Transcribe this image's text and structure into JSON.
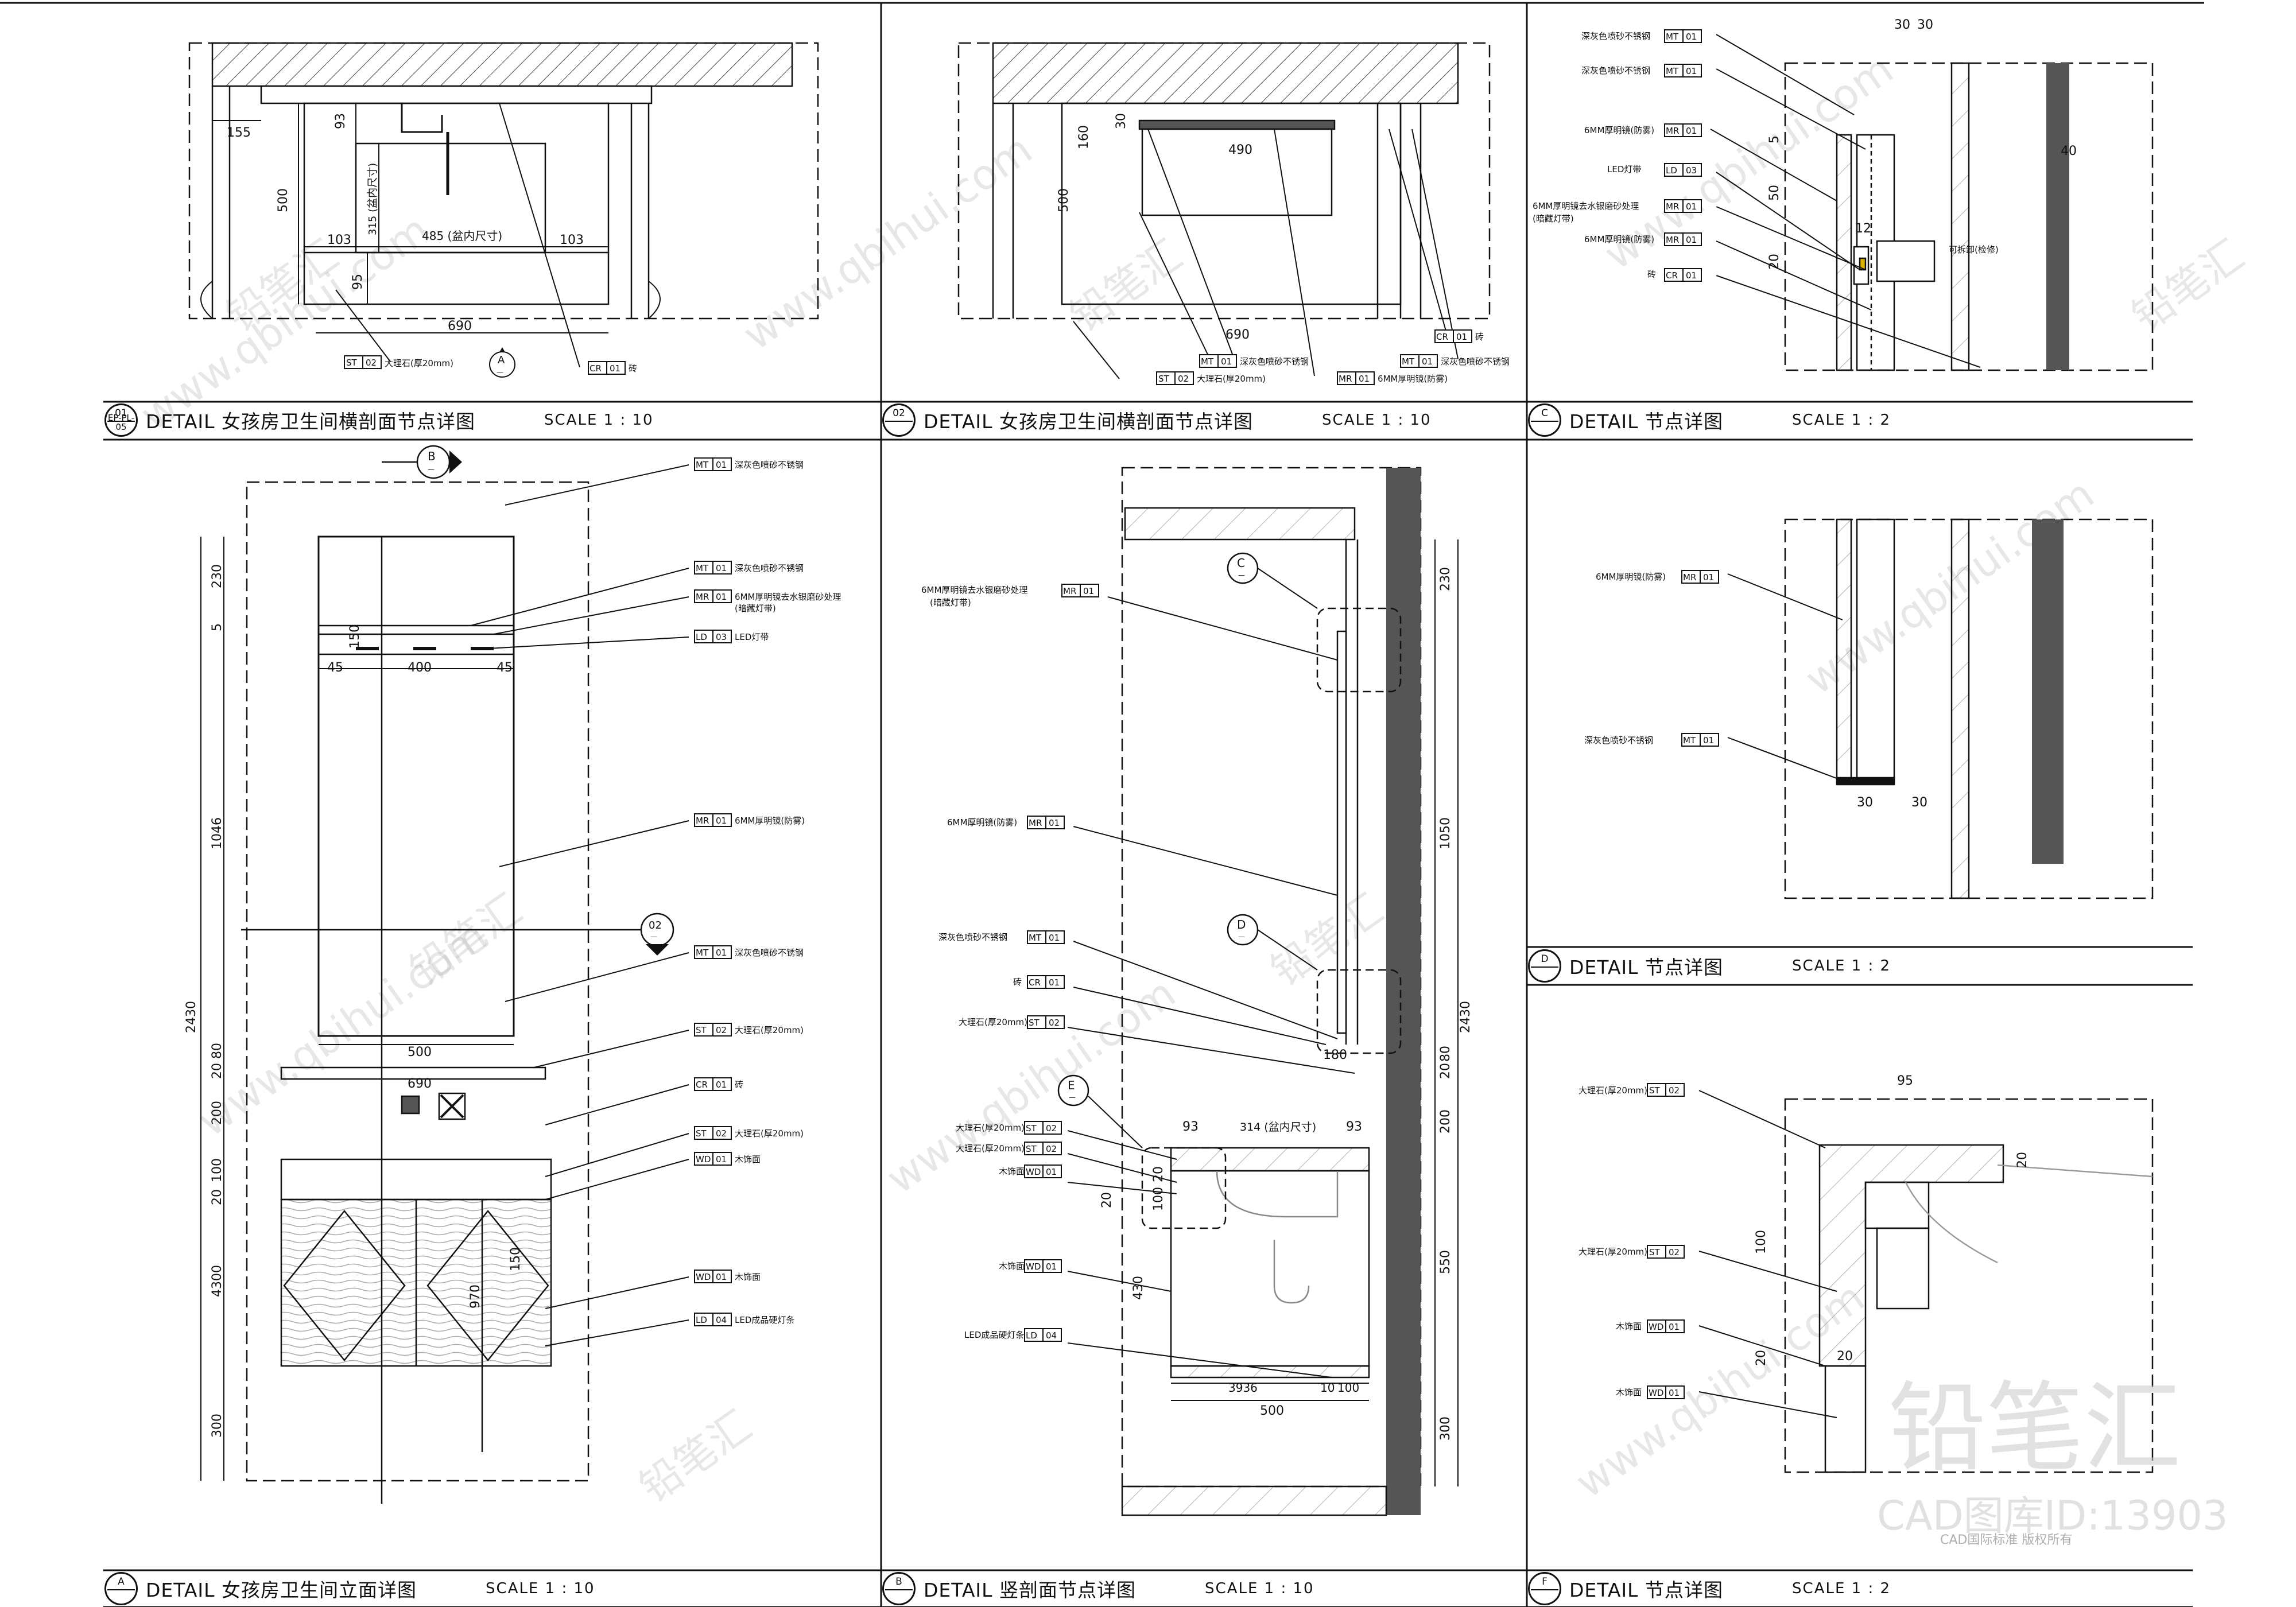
{
  "panels": [
    {
      "id": "01",
      "sheet": "EP-PL-05",
      "title": "DETAIL  女孩房卫生间横剖面节点详图",
      "scale": "SCALE    1 : 10"
    },
    {
      "id": "02",
      "sheet": "",
      "title": "DETAIL  女孩房卫生间横剖面节点详图",
      "scale": "SCALE    1 : 10"
    },
    {
      "id": "C",
      "sheet": "",
      "title": "DETAIL  节点详图",
      "scale": "SCALE    1 : 2"
    },
    {
      "id": "D",
      "sheet": "",
      "title": "DETAIL  节点详图",
      "scale": "SCALE    1 : 2"
    },
    {
      "id": "A",
      "sheet": "",
      "title": "DETAIL  女孩房卫生间立面详图",
      "scale": "SCALE    1 : 10"
    },
    {
      "id": "B",
      "sheet": "",
      "title": "DETAIL  竖剖面节点详图",
      "scale": "SCALE  1 : 10"
    },
    {
      "id": "F",
      "sheet": "",
      "title": "DETAIL  节点详图",
      "scale": "SCALE    1 : 2"
    }
  ],
  "materials": {
    "MT01": "深灰色喷砂不锈钢",
    "MR01_frost": "6MM厚明镜去水银磨砂处理",
    "hidden_light": "(暗藏灯带)",
    "MR01_fog": "6MM厚明镜(防雾)",
    "LD03": "LED灯带",
    "ST02": "大理石(厚20mm)",
    "CR01": "砖",
    "WD01": "木饰面",
    "LD04": "LED成品硬灯条",
    "removable": "可拆卸(检修)"
  },
  "codes": {
    "MT": "MT",
    "MR": "MR",
    "LD": "LD",
    "ST": "ST",
    "CR": "CR",
    "WD": "WD",
    "n01": "01",
    "n02": "02",
    "n03": "03",
    "n04": "04"
  },
  "dims": {
    "d155": "155",
    "d93": "93",
    "d500": "500",
    "d315": "315 (盆内尺寸)",
    "d485": "485 (盆内尺寸)",
    "d103": "103",
    "d95": "95",
    "d690": "690",
    "d160": "160",
    "d30": "30",
    "d490": "490",
    "d40": "40",
    "d5": "5",
    "d50": "50",
    "d12": "12",
    "d20": "20",
    "d230": "230",
    "d150": "150",
    "d45": "45",
    "d400": "400",
    "d1046": "1046",
    "d2430": "2430",
    "d80": "80",
    "d200": "200",
    "d100": "100",
    "d4300": "4300",
    "d970": "970",
    "d300": "300",
    "d1050": "1050",
    "d180": "180",
    "d314": "314 (盆内尺寸)",
    "d430": "430",
    "d550": "550",
    "d3936": "3936",
    "d10": "10",
    "d1050b": "1050"
  },
  "markers": {
    "A": "A",
    "B": "B",
    "C": "C",
    "D": "D",
    "E": "E",
    "F": "F",
    "n02": "02",
    "dash": "—"
  },
  "watermark": {
    "site": "www.qbihui.com",
    "brand": "铅笔汇",
    "cad_id": "CAD图库ID:13903",
    "small": "CAD国际标准 版权所有"
  }
}
